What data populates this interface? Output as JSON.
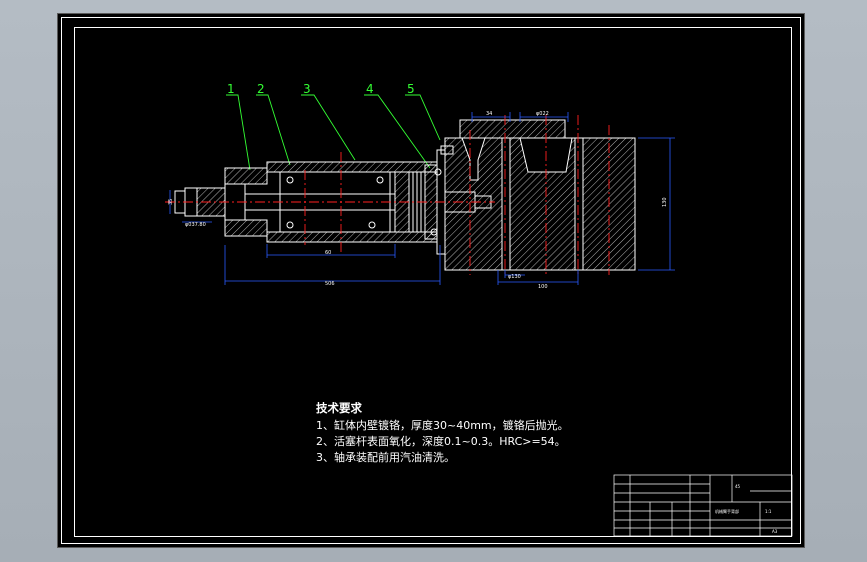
{
  "balloons": [
    "1",
    "2",
    "3",
    "4",
    "5"
  ],
  "dimensions": {
    "top_left": "34",
    "top_right": "φ022",
    "right_height": "130",
    "bottom_length": "100",
    "bottom_mid": "φ130",
    "bottom_small": "60",
    "overall_length": "506",
    "left_small": "φ037.80",
    "left_vertical": "35"
  },
  "tech_requirements": {
    "title": "技术要求",
    "items": [
      "1、缸体内壁镀铬，厚度30~40mm，镀铬后抛光。",
      "2、活塞杆表面氧化，深度0.1~0.3。HRC>=54。",
      "3、轴承装配前用汽油清洗。"
    ]
  },
  "title_block": {
    "name": "机械臂手背部",
    "material": "45",
    "scale": "1:1",
    "sheet": "A3"
  },
  "colors": {
    "background": "#000000",
    "lines": "#ffffff",
    "centerline": "#ff2020",
    "leader": "#33ff33",
    "dimension": "#2a5cff",
    "hatch": "#ffffff"
  }
}
